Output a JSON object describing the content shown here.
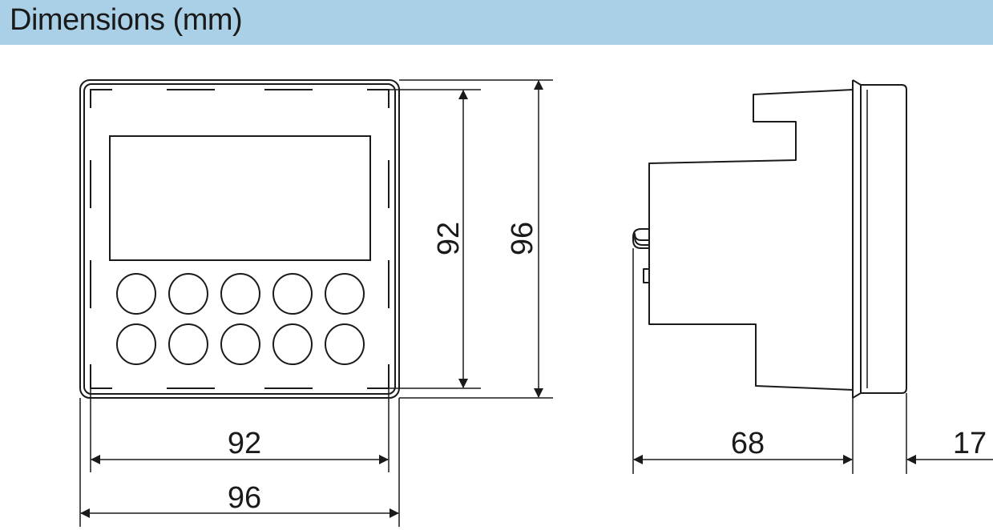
{
  "header": {
    "title": "Dimensions (mm)"
  },
  "front_view": {
    "buttons_per_row": 5,
    "button_rows": 2,
    "dims": {
      "inner_width": "92",
      "outer_width": "96",
      "inner_height": "92",
      "outer_height": "96"
    }
  },
  "side_view": {
    "dims": {
      "depth": "68",
      "bezel": "17"
    }
  },
  "colors": {
    "header_bg": "#a9d0e6",
    "line": "#1a1a1a"
  }
}
